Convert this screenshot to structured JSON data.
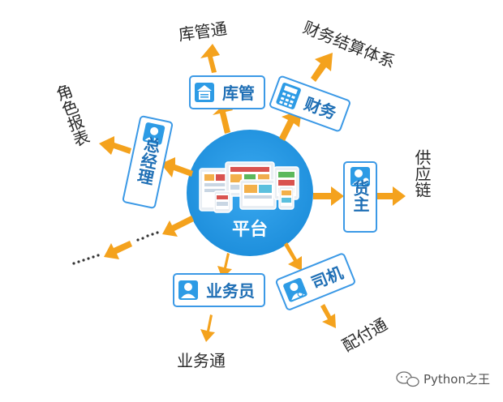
{
  "hub": {
    "label": "平台"
  },
  "nodes": {
    "warehouse": {
      "box": "库管",
      "target": "库管通"
    },
    "finance": {
      "box": "财务",
      "target": "财务结算体系"
    },
    "gm": {
      "box": "总经理",
      "target": "角色报表"
    },
    "owner": {
      "box": "货主",
      "target": "供应链"
    },
    "salesman": {
      "box": "业务员",
      "target": "业务通"
    },
    "driver": {
      "box": "司机",
      "target": "配付通"
    }
  },
  "watermark": {
    "text": "Python之王"
  },
  "colors": {
    "hub": "#2d9be5",
    "arrow": "#f4a21d",
    "box_border": "#3b99e6",
    "box_text": "#1f6fb5"
  }
}
